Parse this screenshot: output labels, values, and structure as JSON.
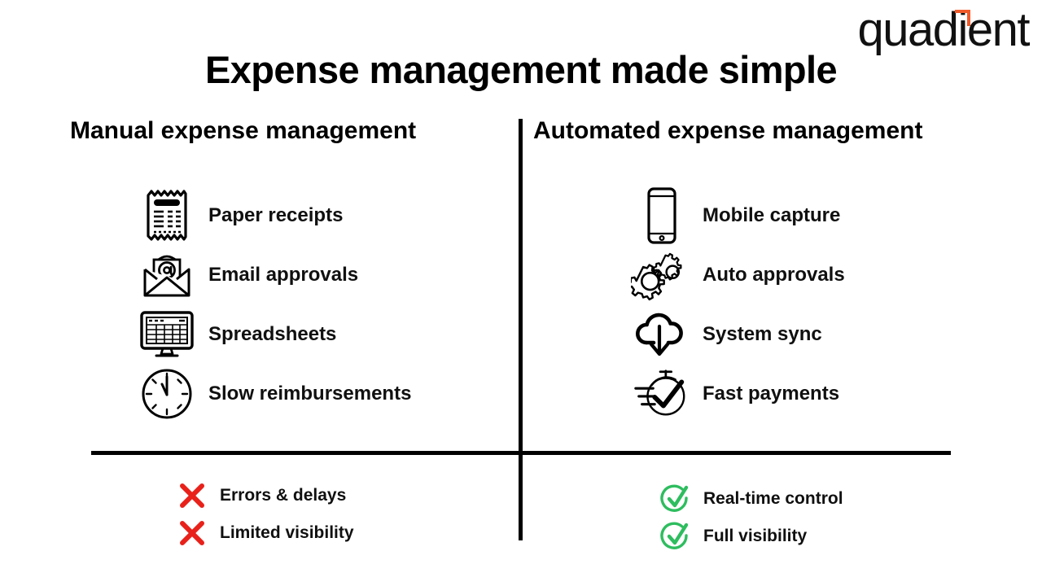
{
  "brand": {
    "logo_text": "quadient",
    "logo_accent_color": "#f05a28"
  },
  "title": "Expense management made simple",
  "columns": {
    "manual": {
      "heading": "Manual expense management",
      "features": [
        {
          "label": "Paper receipts",
          "icon": "receipt-icon"
        },
        {
          "label": "Email approvals",
          "icon": "envelope-at-icon"
        },
        {
          "label": "Spreadsheets",
          "icon": "monitor-spreadsheet-icon"
        },
        {
          "label": "Slow reimbursements",
          "icon": "clock-icon"
        }
      ],
      "outcomes": [
        {
          "label": "Errors & delays",
          "icon": "cross-icon"
        },
        {
          "label": "Limited visibility",
          "icon": "cross-icon"
        }
      ]
    },
    "automated": {
      "heading": "Automated expense management",
      "features": [
        {
          "label": "Mobile capture",
          "icon": "smartphone-icon"
        },
        {
          "label": "Auto approvals",
          "icon": "gears-icon"
        },
        {
          "label": "System sync",
          "icon": "cloud-download-icon"
        },
        {
          "label": "Fast payments",
          "icon": "stopwatch-check-icon"
        }
      ],
      "outcomes": [
        {
          "label": "Real-time control",
          "icon": "check-circle-icon"
        },
        {
          "label": "Full visibility",
          "icon": "check-circle-icon"
        }
      ]
    }
  },
  "colors": {
    "negative": "#e8211a",
    "positive": "#2ebd5f",
    "ink": "#000000",
    "background": "#ffffff"
  }
}
